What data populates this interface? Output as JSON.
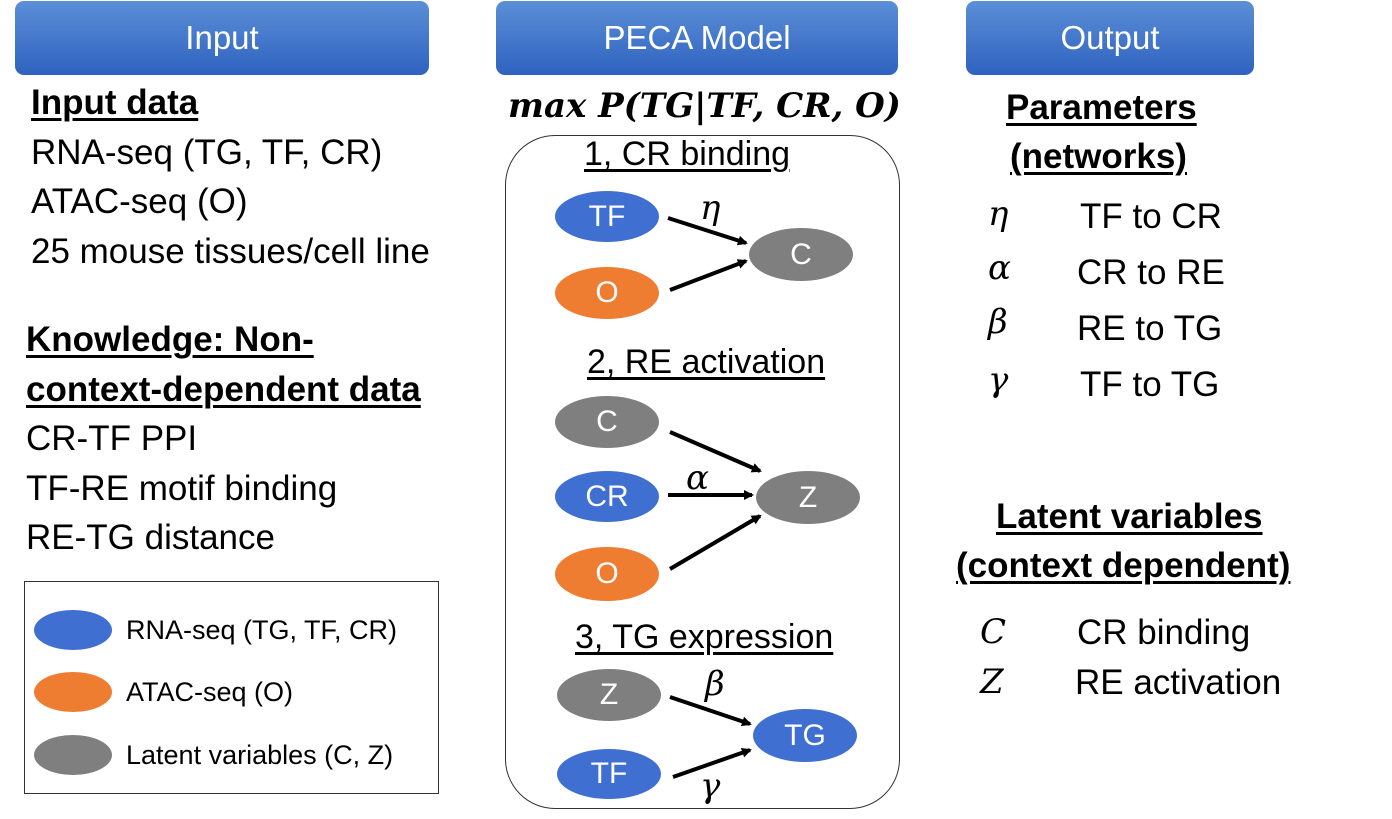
{
  "headers": {
    "input": "Input",
    "model": "PECA Model",
    "output": "Output"
  },
  "input_panel": {
    "title": "Input data",
    "items": [
      "RNA-seq (TG, TF, CR)",
      "ATAC-seq (O)",
      "25 mouse tissues/cell line"
    ],
    "knowledge_title_1": "Knowledge: Non-",
    "knowledge_title_2": "context-dependent data",
    "knowledge_items": [
      "CR-TF PPI",
      "TF-RE motif binding",
      "RE-TG distance"
    ]
  },
  "legend": {
    "items": [
      {
        "label": "RNA-seq (TG, TF, CR)",
        "color": "#3e6fd1"
      },
      {
        "label": "ATAC-seq (O)",
        "color": "#ee7d31"
      },
      {
        "label": "Latent variables (C, Z)",
        "color": "#7f7f7f"
      }
    ]
  },
  "model": {
    "objective": "max P(TG|TF, CR, O)",
    "step1": {
      "title": "1, CR binding",
      "nodes": {
        "tf": "TF",
        "o": "O",
        "c": "C"
      },
      "param": "η"
    },
    "step2": {
      "title": "2, RE activation",
      "nodes": {
        "c": "C",
        "cr": "CR",
        "o": "O",
        "z": "Z"
      },
      "param": "α"
    },
    "step3": {
      "title": "3, TG expression",
      "nodes": {
        "z": "Z",
        "tf": "TF",
        "tg": "TG"
      },
      "param_top": "β",
      "param_bottom": "γ"
    }
  },
  "output": {
    "params_title_1": "Parameters",
    "params_title_2": "(networks)",
    "params": [
      {
        "symbol": "η",
        "label": "TF to CR"
      },
      {
        "symbol": "α",
        "label": "CR to RE"
      },
      {
        "symbol": "β",
        "label": "RE to TG"
      },
      {
        "symbol": "γ",
        "label": "TF to TG"
      }
    ],
    "latent_title_1": "Latent variables",
    "latent_title_2": "(context dependent)",
    "latent": [
      {
        "symbol": "C",
        "label": "CR binding"
      },
      {
        "symbol": "Z",
        "label": "RE activation"
      }
    ]
  },
  "colors": {
    "header": "#3a6fd0",
    "blue": "#3e6fd1",
    "orange": "#ee7d31",
    "gray": "#7f7f7f"
  }
}
